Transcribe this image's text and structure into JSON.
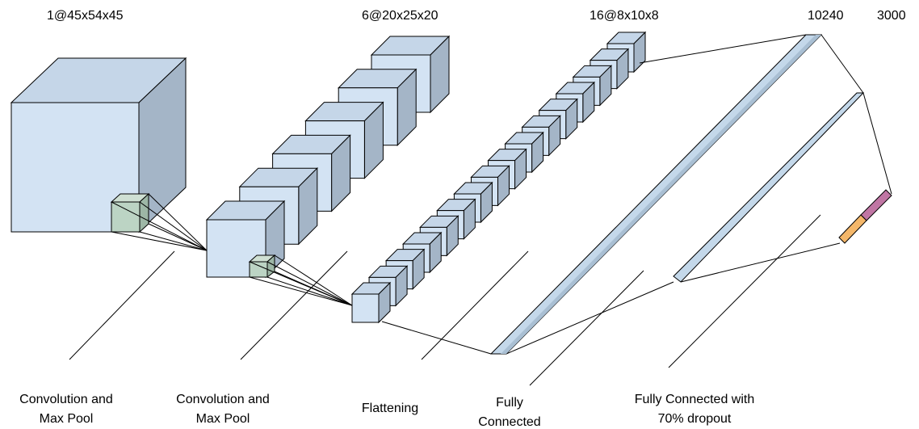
{
  "top_labels": {
    "input_shape": "1@45x54x45",
    "conv1_shape": "6@20x25x20",
    "conv2_shape": "16@8x10x8",
    "fc1_size": "10240",
    "fc2_size": "3000"
  },
  "stage_labels": {
    "conv_pool_1": [
      "Convolution and",
      "Max Pool"
    ],
    "conv_pool_2": [
      "Convolution and",
      "Max Pool"
    ],
    "flattening": "Flattening",
    "fully_connected": [
      "Fully",
      "Connected"
    ],
    "fc_dropout": [
      "Fully Connected with",
      "70% dropout"
    ]
  },
  "colors": {
    "cube_front": "#d3e3f3",
    "cube_top": "#c5d6e8",
    "cube_side": "#a4b5c7",
    "kernel_front": "#bcd4c4",
    "kernel_top": "#cfe0d3",
    "kernel_side": "#9db7a6",
    "fc_bar": "#c4d8ea",
    "output_orange": "#f4b76a",
    "output_purple": "#c076a4",
    "stroke": "#000000"
  }
}
